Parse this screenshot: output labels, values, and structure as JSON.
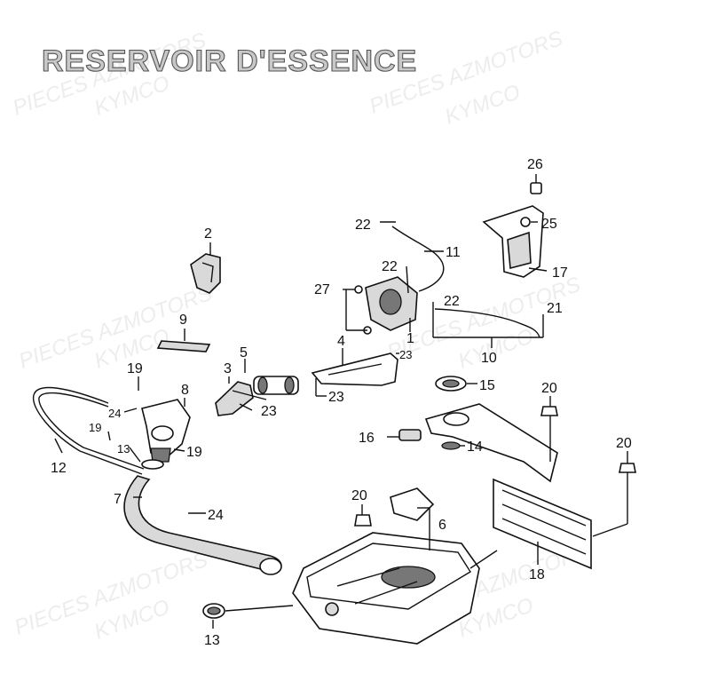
{
  "title": "RESERVOIR D'ESSENCE",
  "watermark": {
    "line1": "PIECES AZMOTORS",
    "line2": "KYMCO"
  },
  "callouts": [
    {
      "id": "c1",
      "text": "1"
    },
    {
      "id": "c2",
      "text": "2"
    },
    {
      "id": "c3",
      "text": "3"
    },
    {
      "id": "c4",
      "text": "4"
    },
    {
      "id": "c5",
      "text": "5"
    },
    {
      "id": "c6",
      "text": "6"
    },
    {
      "id": "c7",
      "text": "7"
    },
    {
      "id": "c8",
      "text": "8"
    },
    {
      "id": "c9",
      "text": "9"
    },
    {
      "id": "c10",
      "text": "10"
    },
    {
      "id": "c11",
      "text": "11"
    },
    {
      "id": "c12",
      "text": "12"
    },
    {
      "id": "c13a",
      "text": "13"
    },
    {
      "id": "c13b",
      "text": "13"
    },
    {
      "id": "c14",
      "text": "14"
    },
    {
      "id": "c15",
      "text": "15"
    },
    {
      "id": "c16",
      "text": "16"
    },
    {
      "id": "c17",
      "text": "17"
    },
    {
      "id": "c18",
      "text": "18"
    },
    {
      "id": "c19a",
      "text": "19"
    },
    {
      "id": "c19b",
      "text": "19"
    },
    {
      "id": "c19c",
      "text": "19"
    },
    {
      "id": "c20a",
      "text": "20"
    },
    {
      "id": "c20b",
      "text": "20"
    },
    {
      "id": "c20c",
      "text": "20"
    },
    {
      "id": "c21",
      "text": "21"
    },
    {
      "id": "c22a",
      "text": "22"
    },
    {
      "id": "c22b",
      "text": "22"
    },
    {
      "id": "c22c",
      "text": "22"
    },
    {
      "id": "c23a",
      "text": "23"
    },
    {
      "id": "c23b",
      "text": "23"
    },
    {
      "id": "c23c",
      "text": "23"
    },
    {
      "id": "c24a",
      "text": "24"
    },
    {
      "id": "c24b",
      "text": "24"
    },
    {
      "id": "c25",
      "text": "25"
    },
    {
      "id": "c26",
      "text": "26"
    },
    {
      "id": "c27",
      "text": "27"
    }
  ]
}
